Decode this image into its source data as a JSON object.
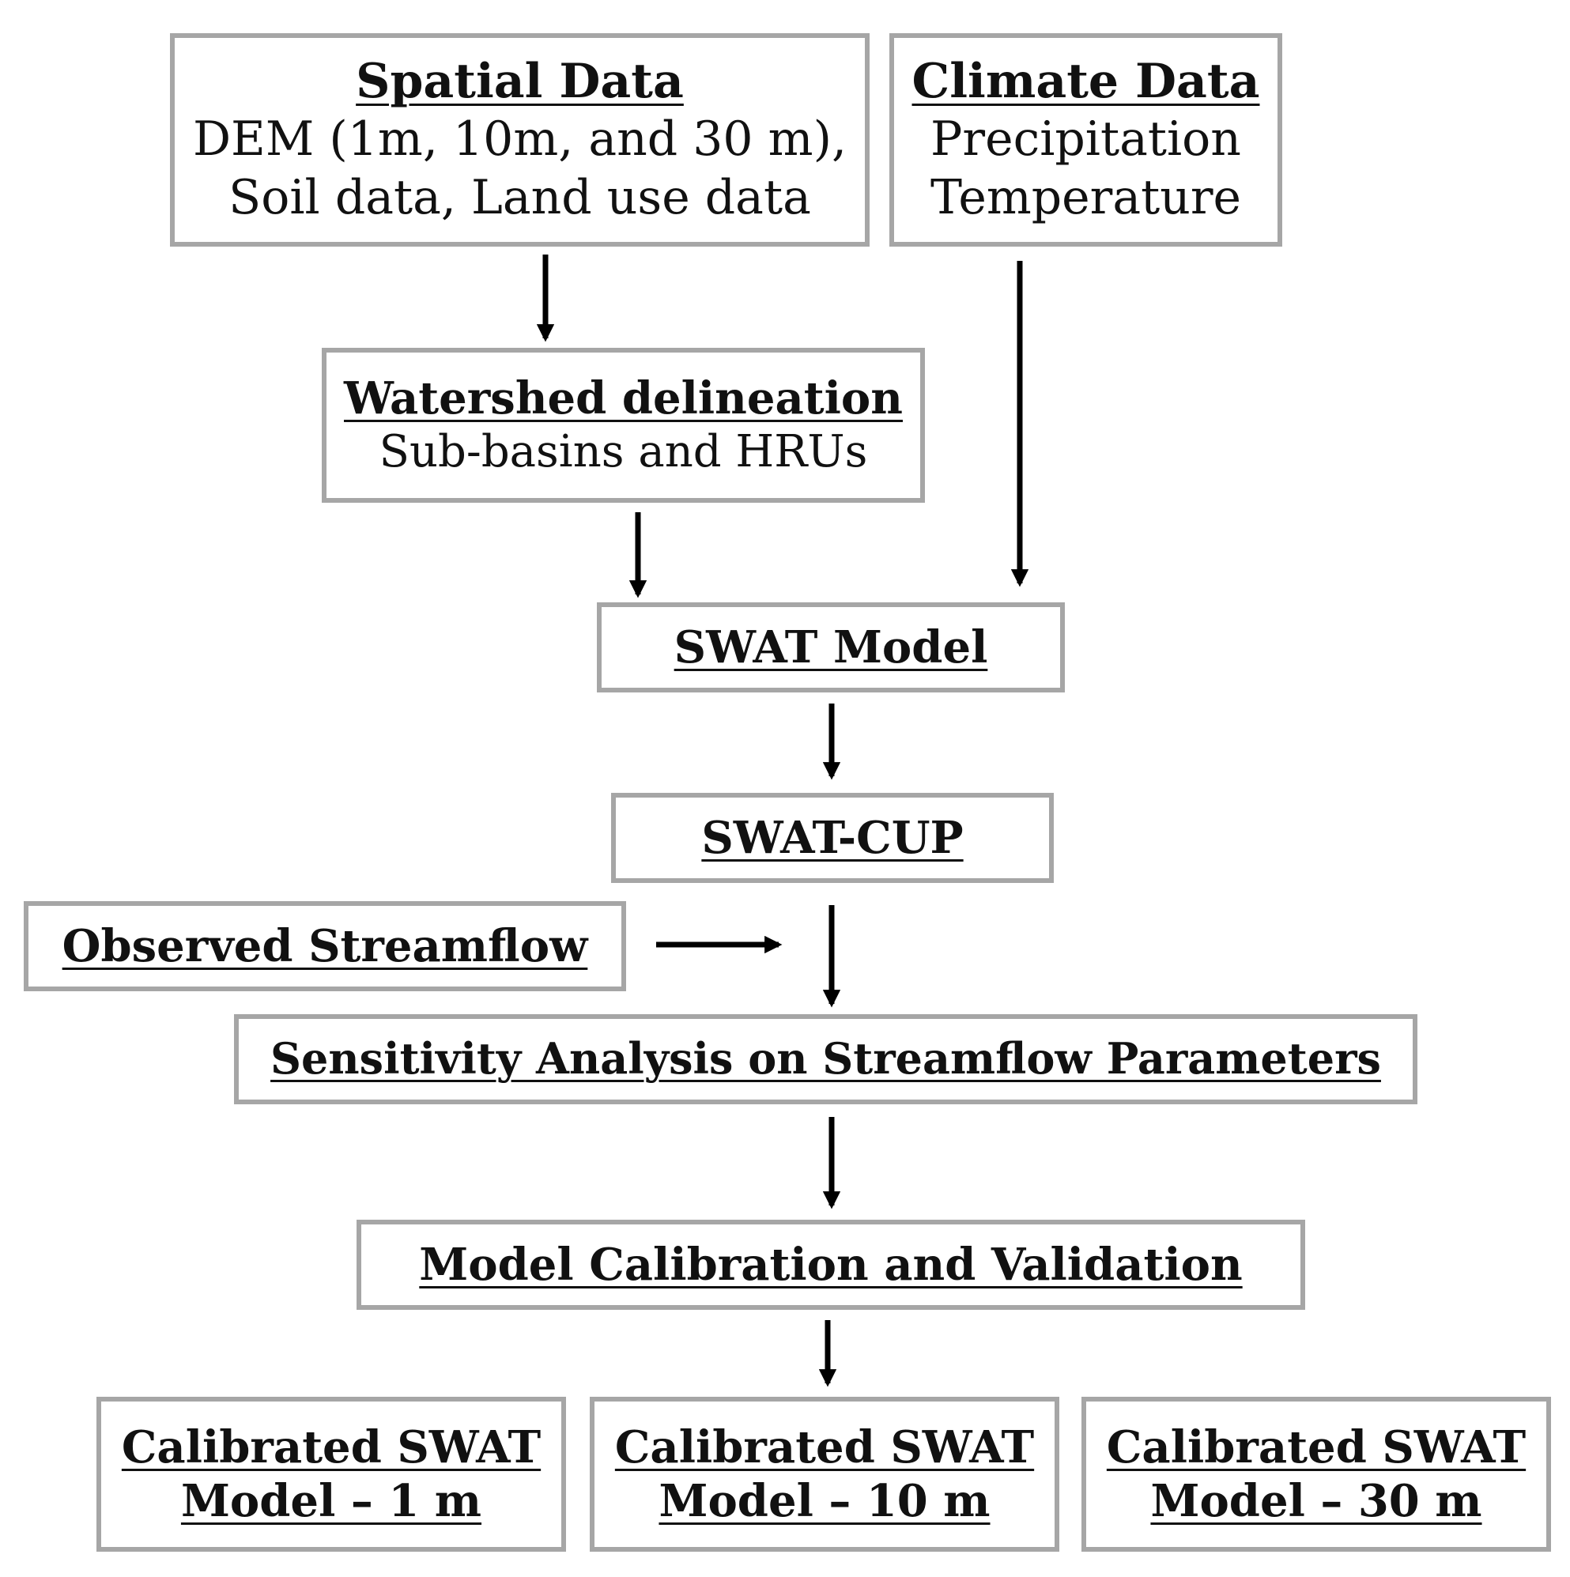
{
  "boxes": {
    "spatial": {
      "title": "Spatial Data",
      "lines": [
        "DEM (1m, 10m, and 30 m),",
        "Soil data, Land use data"
      ]
    },
    "climate": {
      "title": "Climate Data",
      "lines": [
        "Precipitation",
        "Temperature"
      ]
    },
    "watershed": {
      "title": "Watershed delineation",
      "lines": [
        "Sub-basins and HRUs"
      ]
    },
    "swat_model": {
      "title": "SWAT Model"
    },
    "swat_cup": {
      "title": "SWAT-CUP"
    },
    "observed": {
      "title": "Observed Streamflow"
    },
    "sensitivity": {
      "title": "Sensitivity Analysis on Streamflow Parameters"
    },
    "calibration": {
      "title": "Model Calibration and Validation"
    },
    "cal_1m": {
      "title_line1": "Calibrated SWAT",
      "title_line2": "Model – 1 m"
    },
    "cal_10m": {
      "title_line1": "Calibrated SWAT",
      "title_line2": "Model – 10 m"
    },
    "cal_30m": {
      "title_line1": "Calibrated SWAT",
      "title_line2": "Model – 30 m"
    }
  },
  "colors": {
    "border": "#a6a6a6",
    "arrow": "#000000",
    "text": "#111111"
  }
}
